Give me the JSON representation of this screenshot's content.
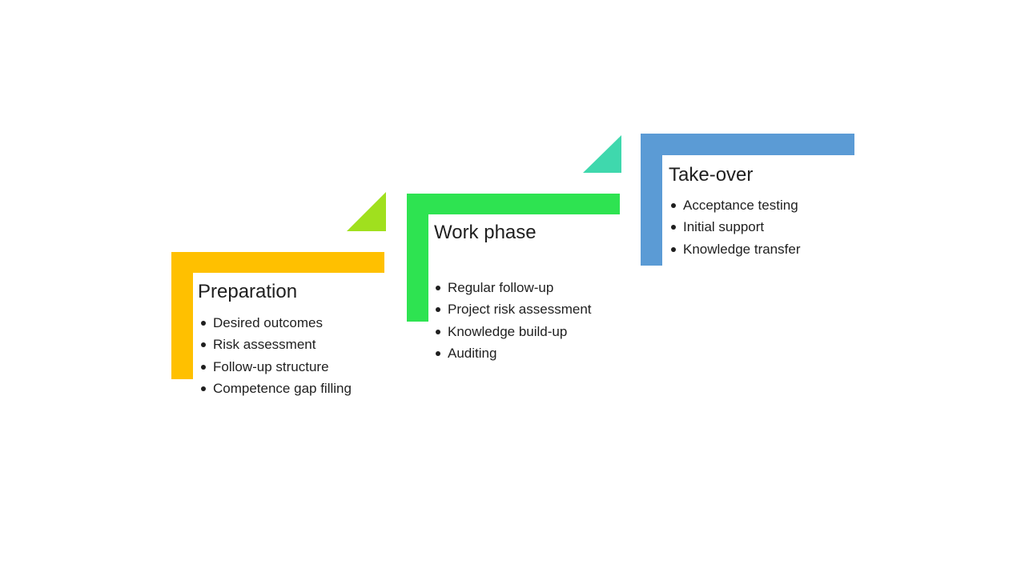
{
  "slide": {
    "background_color": "#FFFFFF",
    "text_color": "#1F1F1F"
  },
  "phases": [
    {
      "title": "Preparation",
      "color": "#FFC000",
      "bullets": [
        "Desired outcomes",
        "Risk assessment",
        "Follow-up structure",
        "Competence gap filling"
      ]
    },
    {
      "title": "Work phase",
      "color": "#2EE351",
      "bullets": [
        "Regular follow-up",
        "Project risk assessment",
        "Knowledge build-up",
        "Auditing"
      ]
    },
    {
      "title": "Take-over",
      "color": "#5B9BD5",
      "bullets": [
        "Acceptance testing",
        "Initial support",
        "Knowledge transfer"
      ]
    }
  ],
  "connectors": [
    {
      "color": "#A0E01E"
    },
    {
      "color": "#3FD8AD"
    }
  ]
}
